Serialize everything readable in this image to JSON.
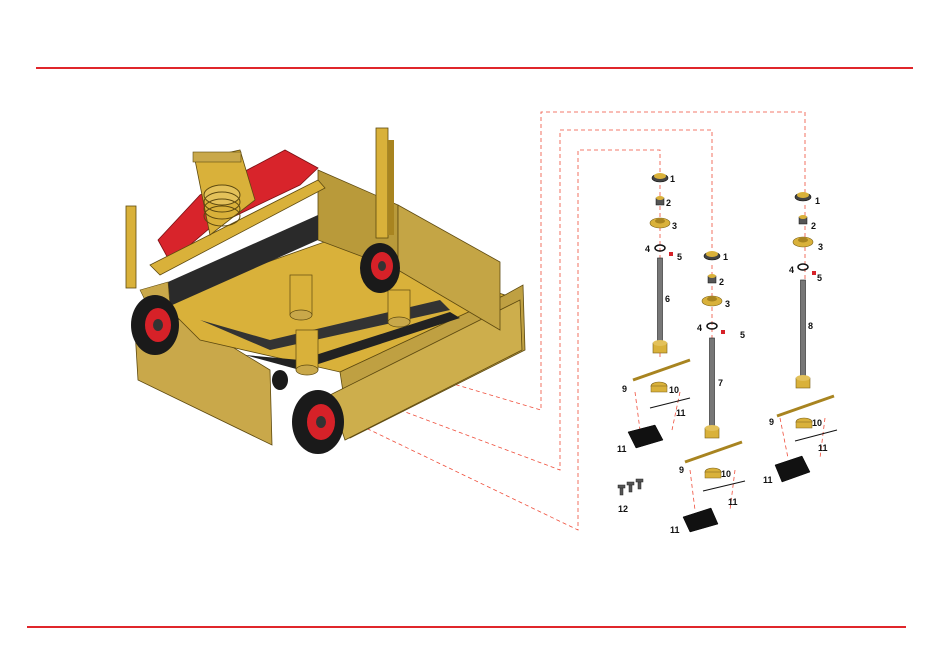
{
  "colors": {
    "rule": "#e0262b",
    "frame": "#d9b13a",
    "frame_dark": "#a88420",
    "frame_shadow": "#7a6018",
    "panel": "#c9a84a",
    "hood": "#d8242b",
    "tire": "#1a1a1a",
    "rim": "#d62128",
    "leader": "#ef4e3b",
    "belt": "#2a2a2a"
  },
  "assembly_1": {
    "labels": [
      "1",
      "2",
      "3",
      "4",
      "5",
      "6",
      "9",
      "10",
      "11",
      "11"
    ]
  },
  "assembly_2": {
    "labels": [
      "1",
      "2",
      "3",
      "4",
      "5",
      "7",
      "9",
      "10",
      "11",
      "11"
    ]
  },
  "assembly_3": {
    "labels": [
      "1",
      "2",
      "3",
      "4",
      "5",
      "8",
      "9",
      "10",
      "11",
      "11"
    ]
  },
  "bolts": {
    "label": "12"
  }
}
